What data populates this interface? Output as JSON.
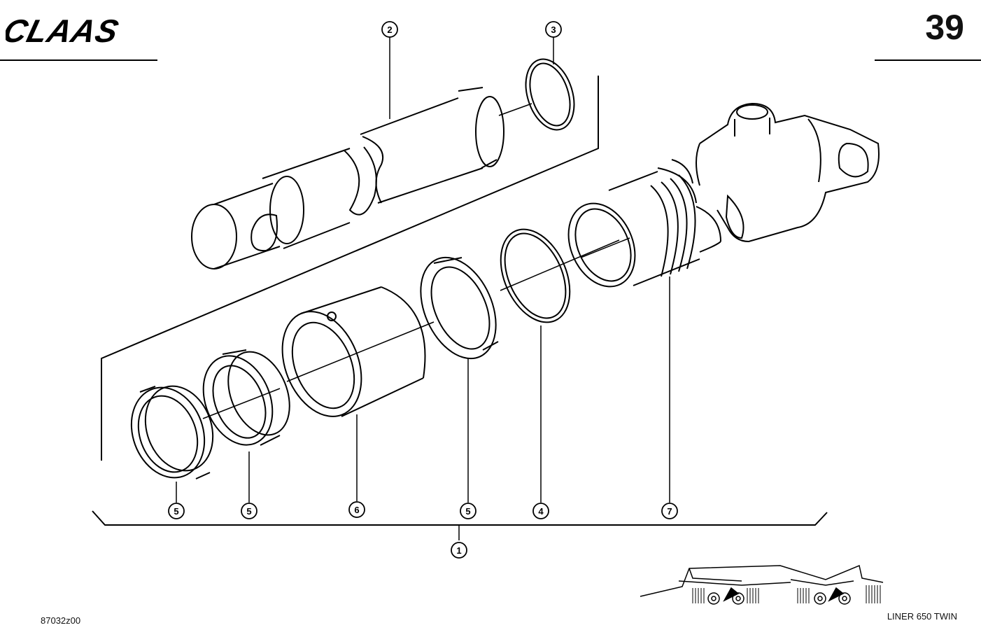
{
  "header": {
    "brand": "CLAAS",
    "page_number": "39"
  },
  "footer": {
    "drawing_number": "87032z00",
    "model": "LINER 650 TWIN"
  },
  "callouts": {
    "piston_rod": "2",
    "snap_ring": "3",
    "seal_left": "5",
    "seal_mid": "5",
    "guide_bushing": "6",
    "seal_right": "5",
    "o_ring": "4",
    "cylinder_tube": "7",
    "assembly": "1"
  }
}
